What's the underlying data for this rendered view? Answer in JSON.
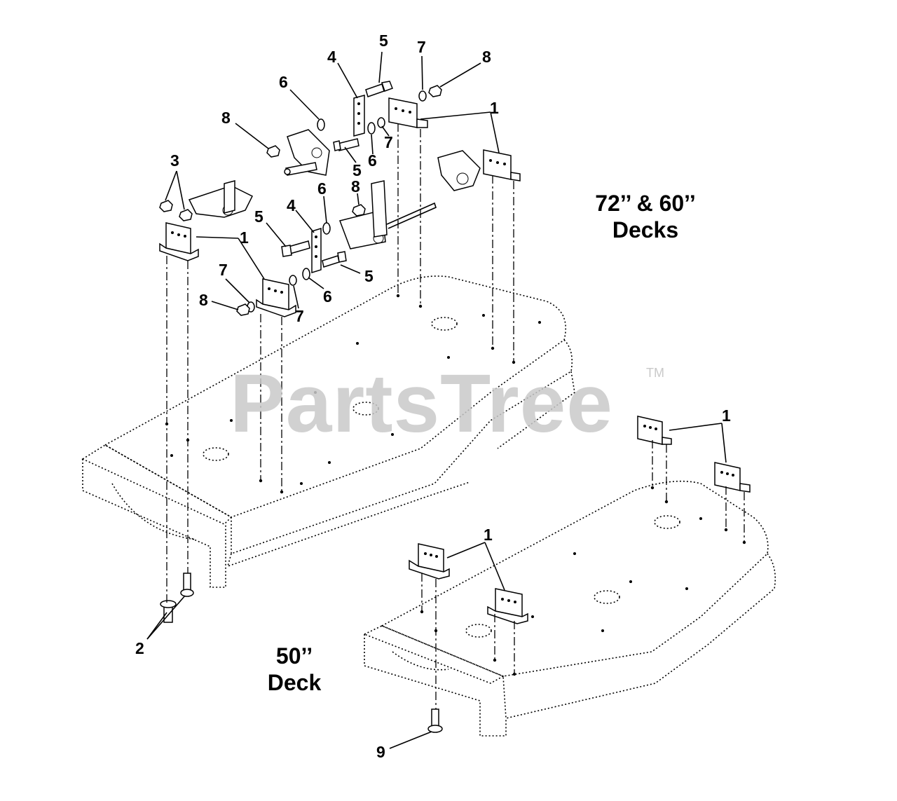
{
  "watermark": {
    "text": "PartsTree",
    "trademark": "TM"
  },
  "titles": {
    "large_decks_line1": "72’’ & 60’’",
    "large_decks_line2": "Decks",
    "small_deck_line1": "50’’",
    "small_deck_line2": "Deck"
  },
  "callouts": {
    "c1a": "1",
    "c1b": "1",
    "c1c": "1",
    "c1d": "1",
    "c2": "2",
    "c3": "3",
    "c4a": "4",
    "c4b": "4",
    "c5a": "5",
    "c5b": "5",
    "c5c": "5",
    "c5d": "5",
    "c6a": "6",
    "c6b": "6",
    "c6c": "6",
    "c6d": "6",
    "c7a": "7",
    "c7b": "7",
    "c7c": "7",
    "c7d": "7",
    "c8a": "8",
    "c8b": "8",
    "c8c": "8",
    "c9": "9"
  },
  "colors": {
    "line": "#000000",
    "watermark": "#c9c9c9",
    "background": "#ffffff"
  }
}
